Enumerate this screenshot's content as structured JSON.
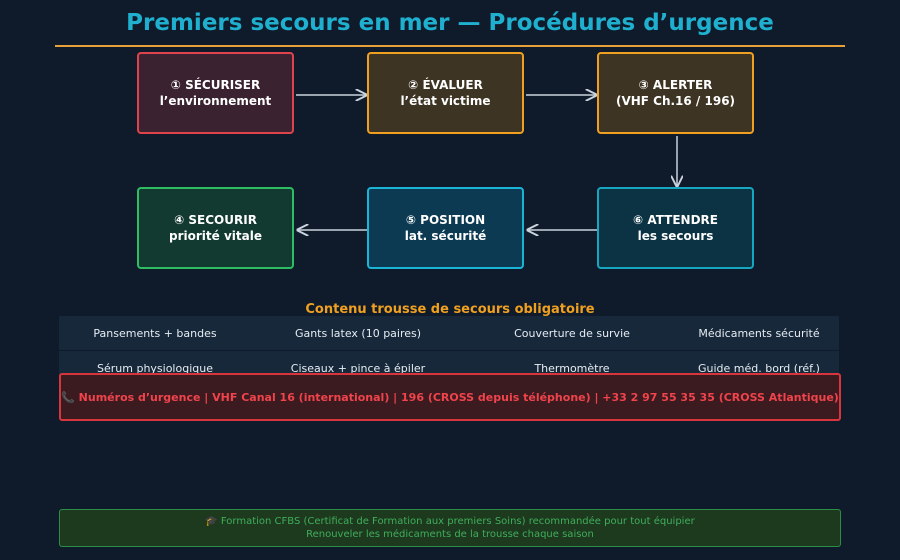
{
  "title": "Premiers secours en mer — Procédures d’urgence",
  "steps": [
    {
      "line1": "① SÉCURISER",
      "line2": "l’environnement"
    },
    {
      "line1": "② ÉVALUER",
      "line2": "l’état victime"
    },
    {
      "line1": "③ ALERTER",
      "line2": "(VHF Ch.16 / 196)"
    },
    {
      "line1": "④ SECOURIR",
      "line2": "priorité vitale"
    },
    {
      "line1": "⑤ POSITION",
      "line2": "lat. sécurité"
    },
    {
      "line1": "⑥ ATTENDRE",
      "line2": "les secours"
    }
  ],
  "kit": {
    "title": "Contenu trousse de secours obligatoire",
    "rows": [
      [
        "Pansements + bandes",
        "Gants latex (10 paires)",
        "Couverture de survie",
        "Médicaments sécurité"
      ],
      [
        "Sérum physiologique",
        "Ciseaux + pince à épiler",
        "Thermomètre",
        "Guide méd. bord (réf.)"
      ]
    ]
  },
  "emergency": "📞 Numéros d’urgence   |   VHF Canal 16 (international)   |   196 (CROSS depuis téléphone)   |   +33 2 97 55 35 35 (CROSS Atlantique)",
  "footer": {
    "line1": "🎓 Formation CFBS (Certificat de Formation aux premiers Soins) recommandée pour tout équipier",
    "line2": "Renouveler les médicaments de la trousse chaque saison"
  }
}
